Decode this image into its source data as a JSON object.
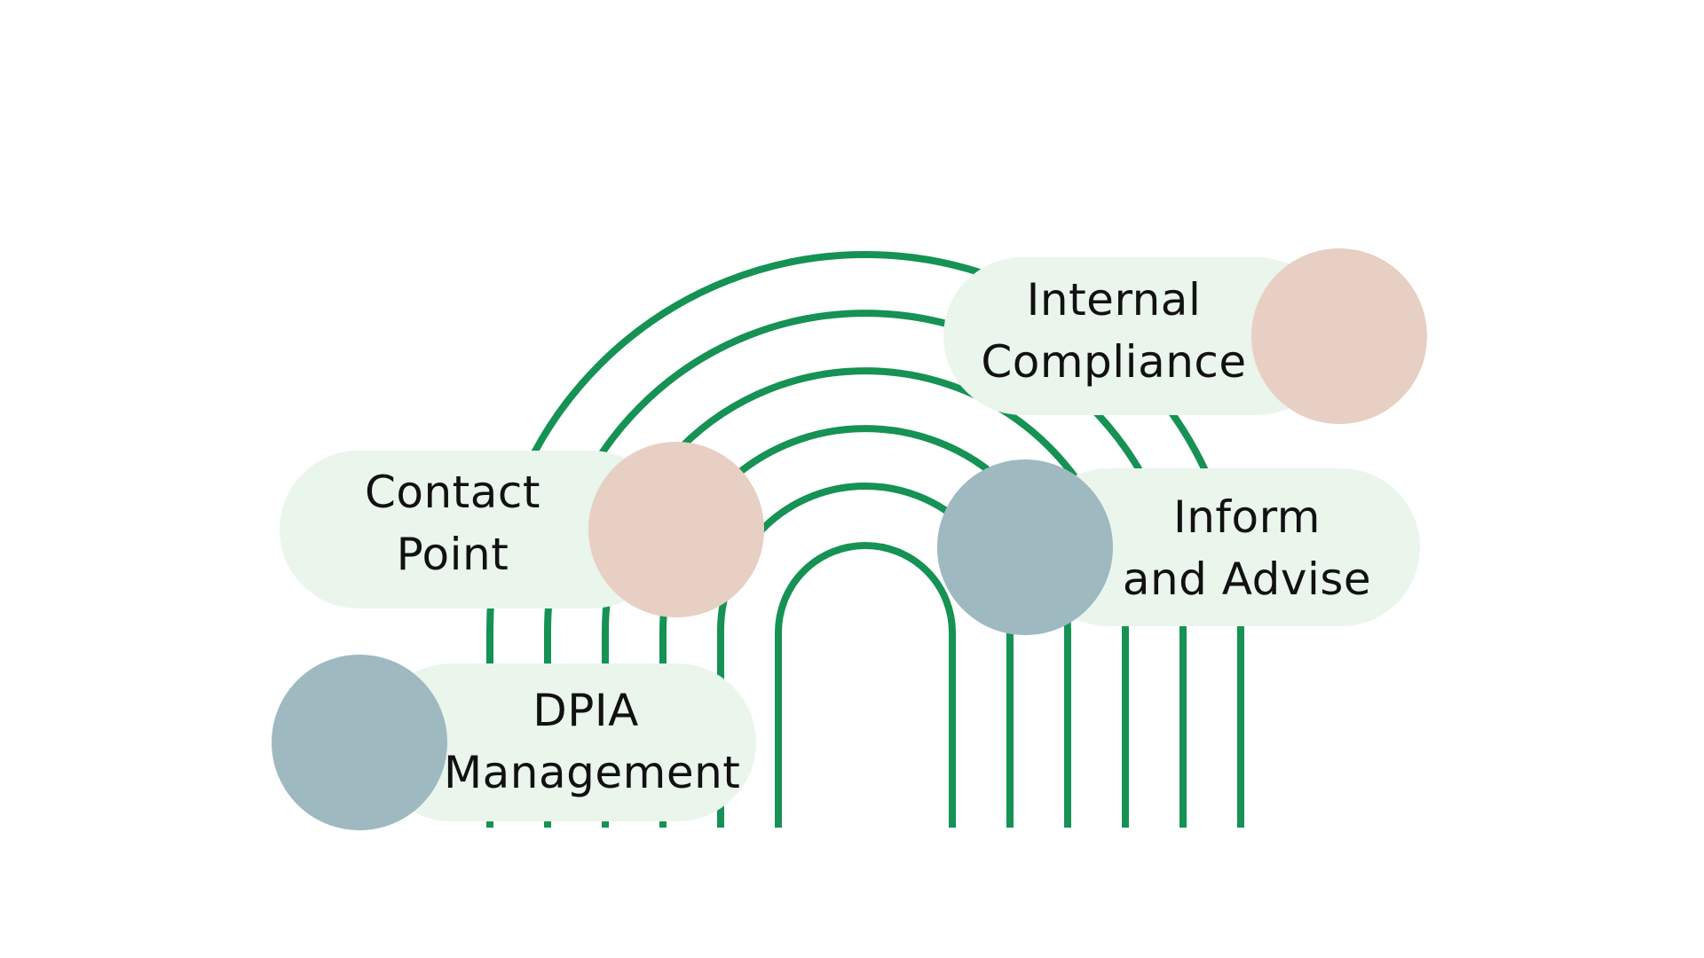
{
  "colors": {
    "arc_stroke": "#159254",
    "pill_fill": "#eaf5ec",
    "circle_peach": "#e8cfc3",
    "circle_slate": "#9eb9c0",
    "text": "#111111"
  },
  "items": {
    "internal_compliance": {
      "line1": "Internal",
      "line2": "Compliance",
      "circle_color": "peach"
    },
    "contact_point": {
      "line1": "Contact",
      "line2": "Point",
      "circle_color": "peach"
    },
    "inform_advise": {
      "line1": "Inform",
      "line2": "and Advise",
      "circle_color": "slate"
    },
    "dpia_management": {
      "line1": "DPIA",
      "line2": "Management",
      "circle_color": "slate"
    }
  }
}
